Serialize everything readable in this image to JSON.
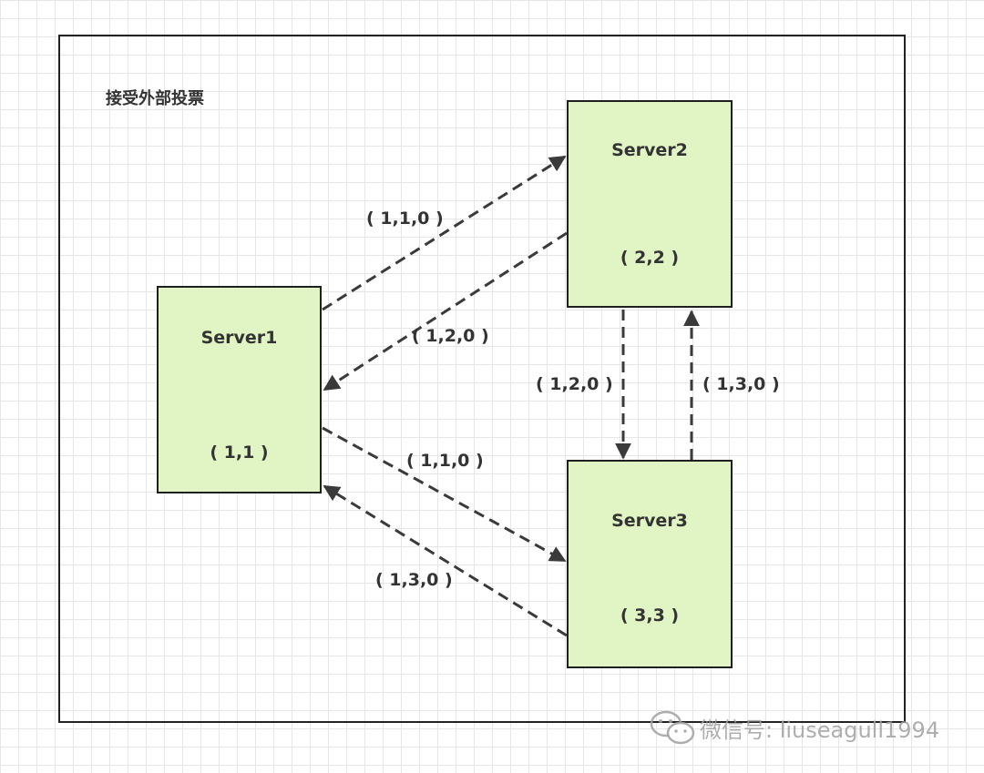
{
  "title": "接受外部投票",
  "servers": [
    {
      "name": "Server1",
      "state": "( 1,1 )"
    },
    {
      "name": "Server2",
      "state": "( 2,2 )"
    },
    {
      "name": "Server3",
      "state": "( 3,3 )"
    }
  ],
  "edges": [
    {
      "label": "( 1,1,0 )",
      "from": "Server1",
      "to": "Server2"
    },
    {
      "label": "( 1,2,0 )",
      "from": "Server2",
      "to": "Server1"
    },
    {
      "label": "( 1,2,0 )",
      "from": "Server2",
      "to": "Server3"
    },
    {
      "label": "( 1,3,0 )",
      "from": "Server3",
      "to": "Server2"
    },
    {
      "label": "( 1,1,0 )",
      "from": "Server1",
      "to": "Server3"
    },
    {
      "label": "( 1,3,0 )",
      "from": "Server3",
      "to": "Server1"
    }
  ],
  "watermark": {
    "text": "微信号: liuseagull1994",
    "icon": "wechat-icon"
  },
  "colors": {
    "server_fill": "#e1f5c4",
    "edge": "#3a3a3a"
  }
}
